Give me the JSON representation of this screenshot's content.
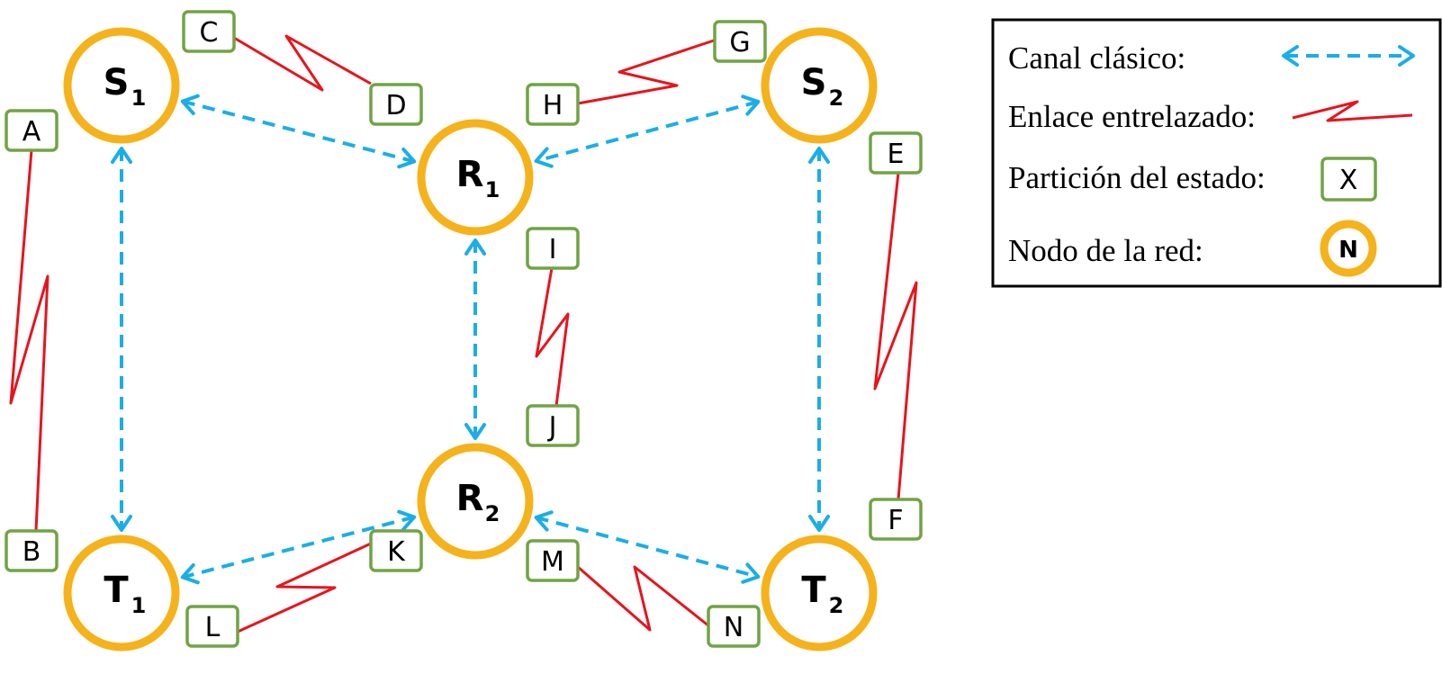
{
  "nodes": [
    {
      "id": "S1",
      "letter": "S",
      "sub": "1"
    },
    {
      "id": "S2",
      "letter": "S",
      "sub": "2"
    },
    {
      "id": "R1",
      "letter": "R",
      "sub": "1"
    },
    {
      "id": "R2",
      "letter": "R",
      "sub": "2"
    },
    {
      "id": "T1",
      "letter": "T",
      "sub": "1"
    },
    {
      "id": "T2",
      "letter": "T",
      "sub": "2"
    }
  ],
  "partitions": [
    "A",
    "B",
    "C",
    "D",
    "E",
    "F",
    "G",
    "H",
    "I",
    "J",
    "K",
    "L",
    "M",
    "N"
  ],
  "classical_channels": [
    [
      "S1",
      "R1"
    ],
    [
      "S2",
      "R1"
    ],
    [
      "S1",
      "T1"
    ],
    [
      "R1",
      "R2"
    ],
    [
      "S2",
      "T2"
    ],
    [
      "R2",
      "T1"
    ],
    [
      "R2",
      "T2"
    ]
  ],
  "entangled_links": [
    [
      "A",
      "B"
    ],
    [
      "C",
      "D"
    ],
    [
      "E",
      "F"
    ],
    [
      "G",
      "H"
    ],
    [
      "I",
      "J"
    ],
    [
      "K",
      "L"
    ],
    [
      "M",
      "N"
    ]
  ],
  "legend": {
    "classical_label": "Canal clásico:",
    "entangled_label": "Enlace entrelazado:",
    "partition_label": "Partición del estado:",
    "partition_symbol": "X",
    "node_label": "Nodo de la red:",
    "node_symbol": "N"
  },
  "colors": {
    "node_ring": "#f5b21a",
    "partition_border": "#70a444",
    "classical_channel": "#1aaee6",
    "entangled_link": "#e8141c"
  }
}
